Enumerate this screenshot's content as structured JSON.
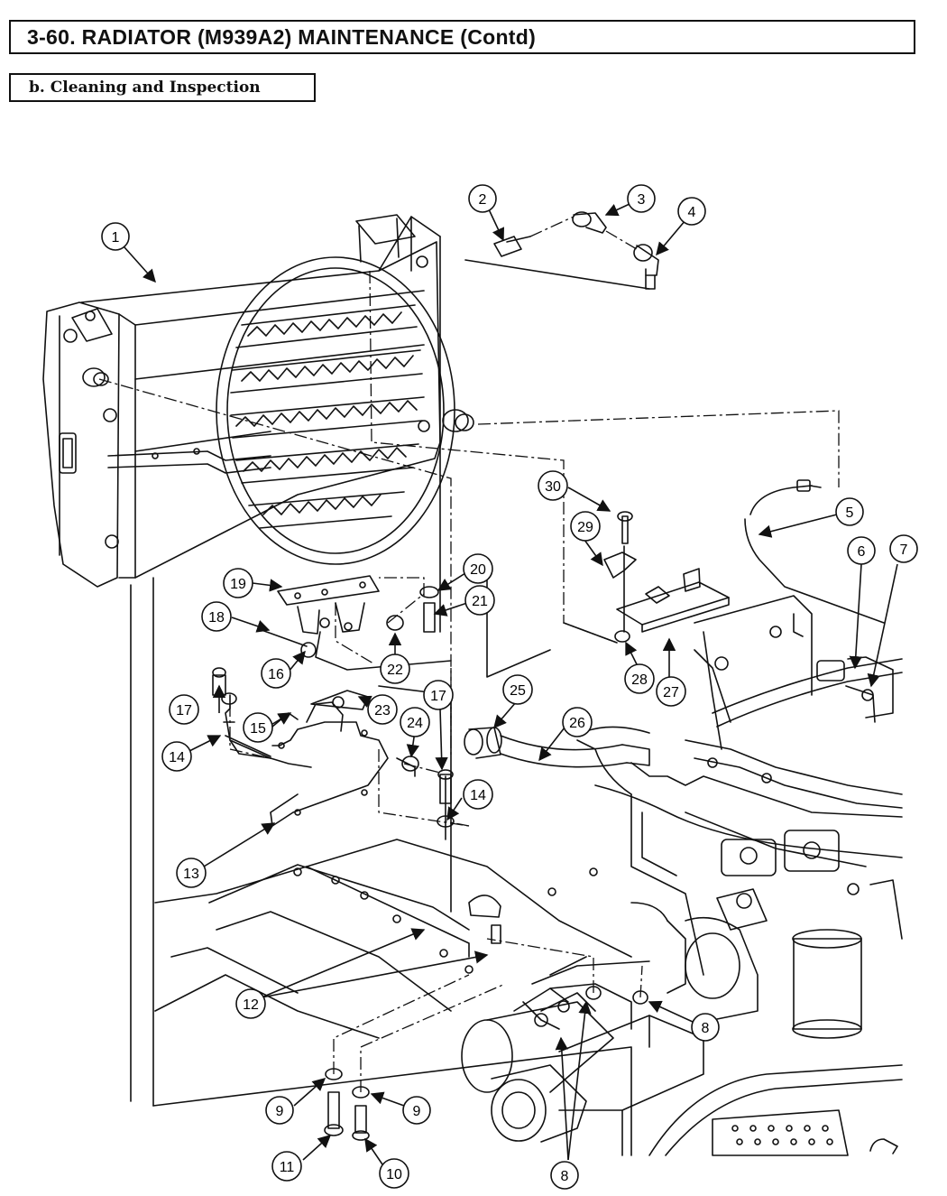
{
  "header": {
    "title": "3-60. RADIATOR (M939A2) MAINTENANCE (Contd)",
    "section": "b. Cleaning and Inspection"
  },
  "callouts": [
    {
      "id": "c1",
      "label": "1"
    },
    {
      "id": "c2",
      "label": "2"
    },
    {
      "id": "c3",
      "label": "3"
    },
    {
      "id": "c4",
      "label": "4"
    },
    {
      "id": "c5",
      "label": "5"
    },
    {
      "id": "c6",
      "label": "6"
    },
    {
      "id": "c7",
      "label": "7"
    },
    {
      "id": "c8a",
      "label": "8"
    },
    {
      "id": "c8b",
      "label": "8"
    },
    {
      "id": "c9a",
      "label": "9"
    },
    {
      "id": "c9b",
      "label": "9"
    },
    {
      "id": "c10",
      "label": "10"
    },
    {
      "id": "c11",
      "label": "11"
    },
    {
      "id": "c12",
      "label": "12"
    },
    {
      "id": "c13",
      "label": "13"
    },
    {
      "id": "c14a",
      "label": "14"
    },
    {
      "id": "c14b",
      "label": "14"
    },
    {
      "id": "c15",
      "label": "15"
    },
    {
      "id": "c16",
      "label": "16"
    },
    {
      "id": "c17a",
      "label": "17"
    },
    {
      "id": "c17b",
      "label": "17"
    },
    {
      "id": "c18",
      "label": "18"
    },
    {
      "id": "c19",
      "label": "19"
    },
    {
      "id": "c20",
      "label": "20"
    },
    {
      "id": "c21",
      "label": "21"
    },
    {
      "id": "c22",
      "label": "22"
    },
    {
      "id": "c23",
      "label": "23"
    },
    {
      "id": "c24",
      "label": "24"
    },
    {
      "id": "c25",
      "label": "25"
    },
    {
      "id": "c26",
      "label": "26"
    },
    {
      "id": "c27",
      "label": "27"
    },
    {
      "id": "c28",
      "label": "28"
    },
    {
      "id": "c29",
      "label": "29"
    },
    {
      "id": "c30",
      "label": "30"
    }
  ]
}
